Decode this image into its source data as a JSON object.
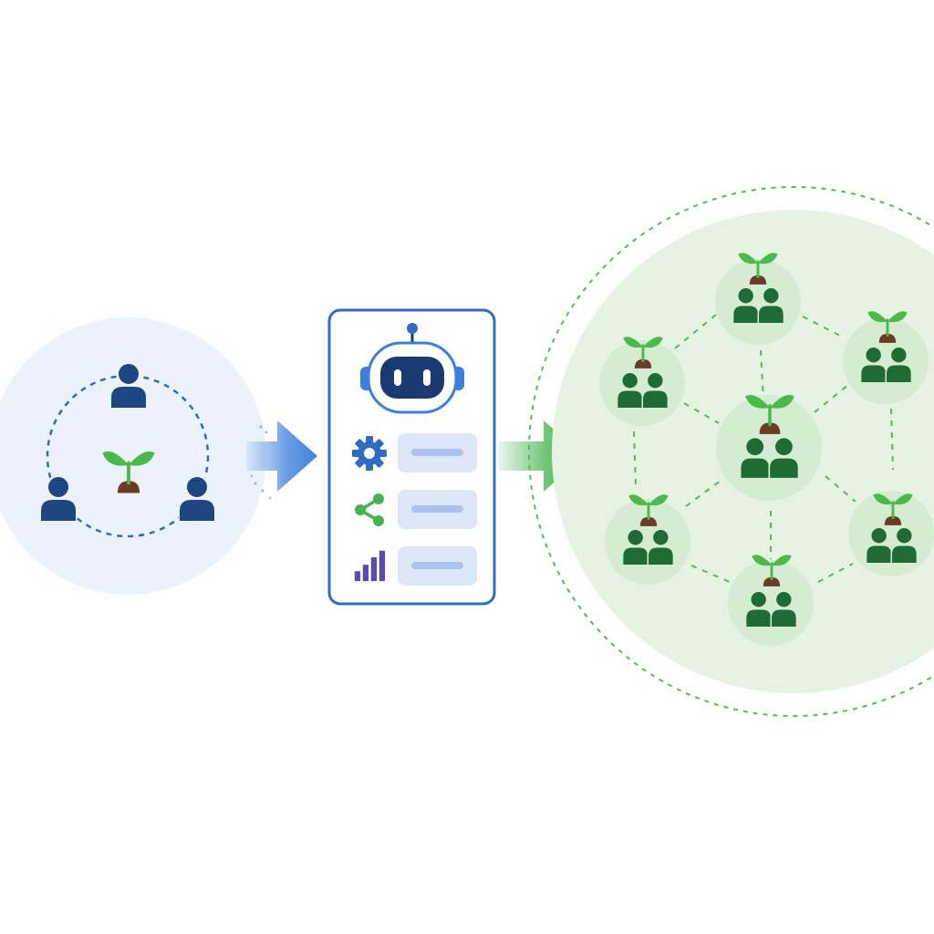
{
  "colors": {
    "background": "#ffffff",
    "community_fill": "#ebf2fc",
    "person_blue": "#1e4680",
    "connector_blue": "#2f6cc0",
    "arrow_blue": "#3f7fdc",
    "app_border": "#2f6cc0",
    "robot_navy": "#1a3a72",
    "robot_accent": "#3f7fdc",
    "pill_fill": "#dce8f8",
    "pill_line": "#a9c4ec",
    "gear": "#2f6cc0",
    "share": "#45b24d",
    "bars": "#5a4bb0",
    "arrow_green": "#45b24d",
    "network_fill": "#e6f3e3",
    "node_fill": "#d5ecd2",
    "node_people": "#1f6b35",
    "sprout": "#4cba4a",
    "soil": "#6b3b26",
    "dash_green": "#55bb55"
  },
  "icons": {
    "community": [
      "person-icon",
      "sprout-icon"
    ],
    "app_panel": [
      "robot-icon",
      "gear-icon",
      "share-icon",
      "bar-chart-icon"
    ],
    "network_node": [
      "sprout-icon",
      "people-pair-icon"
    ]
  },
  "diagram": {
    "stages": [
      "local-community",
      "ai-assistant-app",
      "scaled-community-network"
    ],
    "community_members": 3,
    "app_feature_rows": 3,
    "network_nodes": 7
  }
}
